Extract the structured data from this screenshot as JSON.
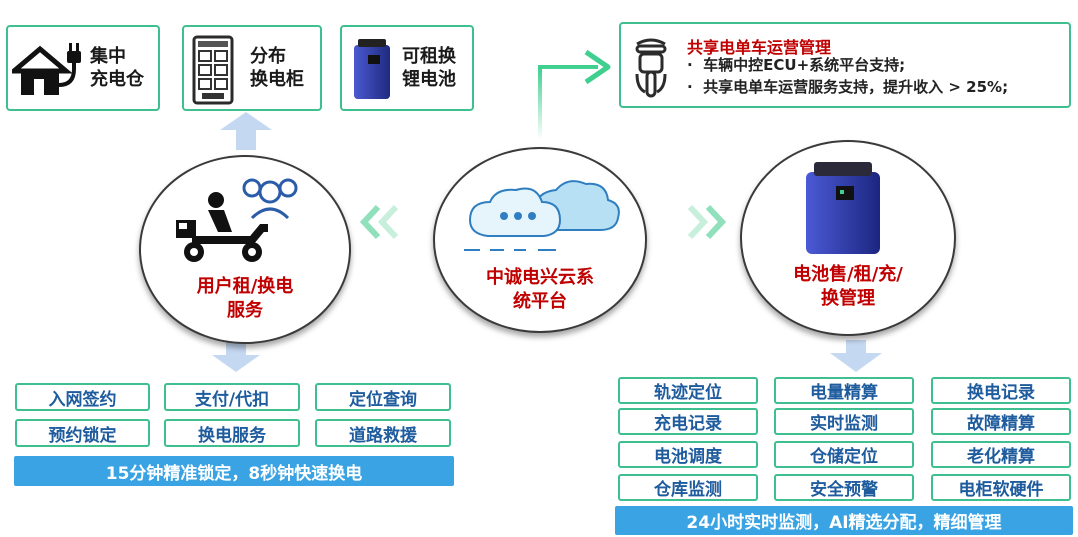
{
  "top_left": [
    {
      "icon": "house-plug-icon",
      "line1": "集中",
      "line2": "充电仓"
    },
    {
      "icon": "cabinet-icon",
      "line1": "分布",
      "line2": "换电柜"
    },
    {
      "icon": "battery-icon",
      "line1": "可租换",
      "line2": "锂电池"
    }
  ],
  "top_right": {
    "icon": "ebike-icon",
    "title": "共享电单车运营管理",
    "bullets": [
      "车辆中控ECU+系统平台支持;",
      "共享电单车运营服务支持，提升收入 > 25%;"
    ]
  },
  "circles": {
    "left": {
      "icon": "delivery-rider-icon",
      "line1": "用户租/换电",
      "line2": "服务"
    },
    "center": {
      "icon": "cloud-icon",
      "line1": "中诚电兴云系",
      "line2": "统平台"
    },
    "right": {
      "icon": "battery-icon",
      "line1": "电池售/租/充/",
      "line2": "换管理"
    }
  },
  "left_tags": [
    "入网签约",
    "支付/代扣",
    "定位查询",
    "预约锁定",
    "换电服务",
    "道路救援"
  ],
  "left_bar": "15分钟精准锁定，8秒钟快速换电",
  "right_tags": [
    "轨迹定位",
    "电量精算",
    "换电记录",
    "充电记录",
    "实时监测",
    "故障精算",
    "电池调度",
    "仓储定位",
    "老化精算",
    "仓库监测",
    "安全预警",
    "电柜软硬件"
  ],
  "right_bar": "24小时实时监测，AI精选分配，精细管理",
  "colors": {
    "accent_green": "#3fbf8f",
    "label_red": "#c00000",
    "tag_blue": "#1f5c9e",
    "bar_blue": "#3aa3e3"
  }
}
